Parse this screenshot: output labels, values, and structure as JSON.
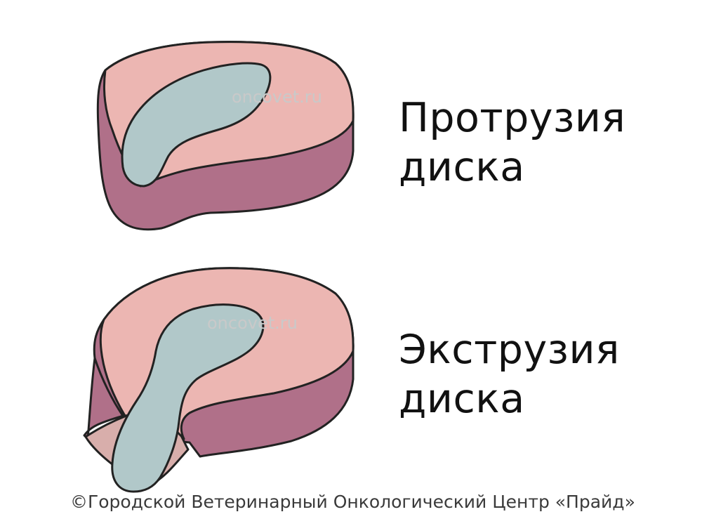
{
  "colors": {
    "top_surface": "#ecb6b2",
    "side_wall": "#b07089",
    "nucleus": "#b1c8c9",
    "torn_annulus_inner": "#d8aeab",
    "outline": "#222222",
    "watermark": "#c9c9c9"
  },
  "diagrams": [
    {
      "watermark": "oncovet.ru",
      "label_line1": "Протрузия",
      "label_line2": "диска"
    },
    {
      "watermark": "oncovet.ru",
      "label_line1": "Экструзия",
      "label_line2": "диска"
    }
  ],
  "copyright": "©Городской Ветеринарный Онкологический Центр «Прайд»"
}
